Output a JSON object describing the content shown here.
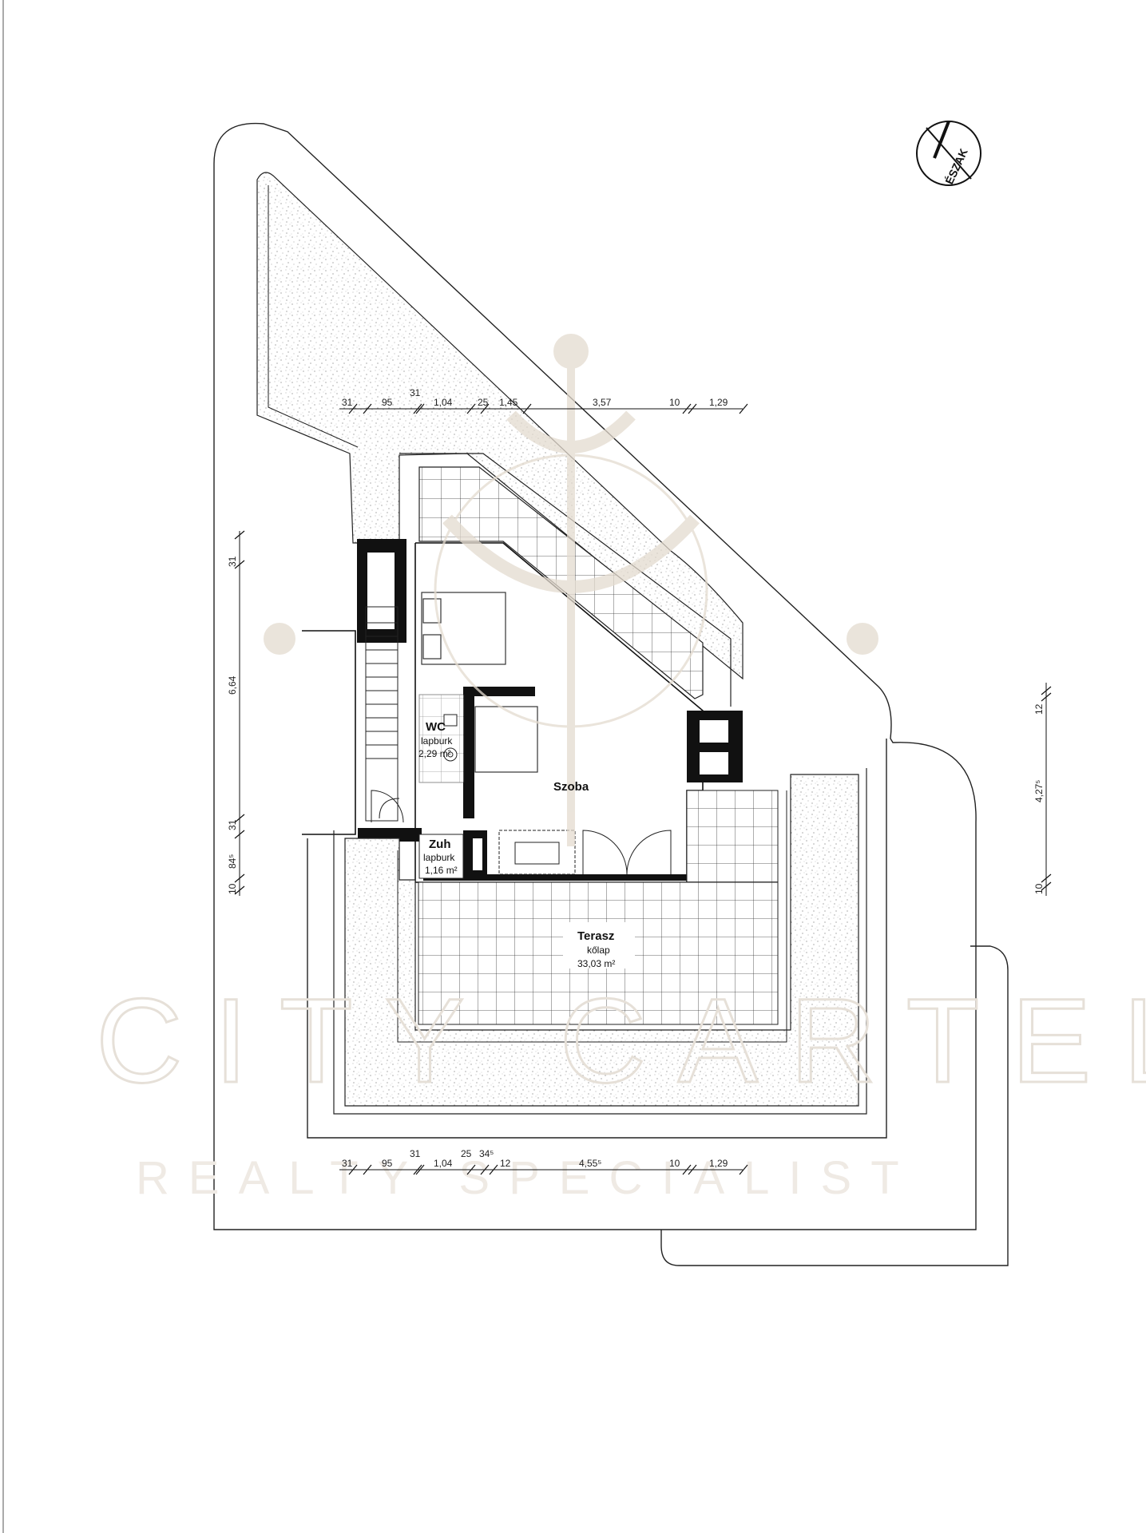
{
  "north_arrow": {
    "label": "ÉSZAK"
  },
  "rooms": {
    "szoba": {
      "name": "Szoba"
    },
    "wc": {
      "name": "WC",
      "finish": "lapburk",
      "area": "2,29 m²"
    },
    "zuh": {
      "name": "Zuh",
      "finish": "lapburk",
      "area": "1,16 m²"
    },
    "terasz": {
      "name": "Terasz",
      "finish": "kőlap",
      "area": "33,03 m²"
    }
  },
  "dimensions": {
    "top_row": [
      "31",
      "95",
      "31",
      "1,04",
      "25",
      "1,45",
      "3,57",
      "10",
      "1,29"
    ],
    "bottom_row": [
      "31",
      "95",
      "31",
      "1,04",
      "25",
      "34⁵",
      "12",
      "4,55⁵",
      "10",
      "1,29"
    ],
    "left_col": [
      "31",
      "6,64",
      "31",
      "84⁵",
      "10"
    ],
    "right_col": [
      "12",
      "4,27⁵",
      "10"
    ]
  },
  "watermark": {
    "line1": "CITY CARTEL",
    "line2": "REALTY SPECIALIST"
  }
}
